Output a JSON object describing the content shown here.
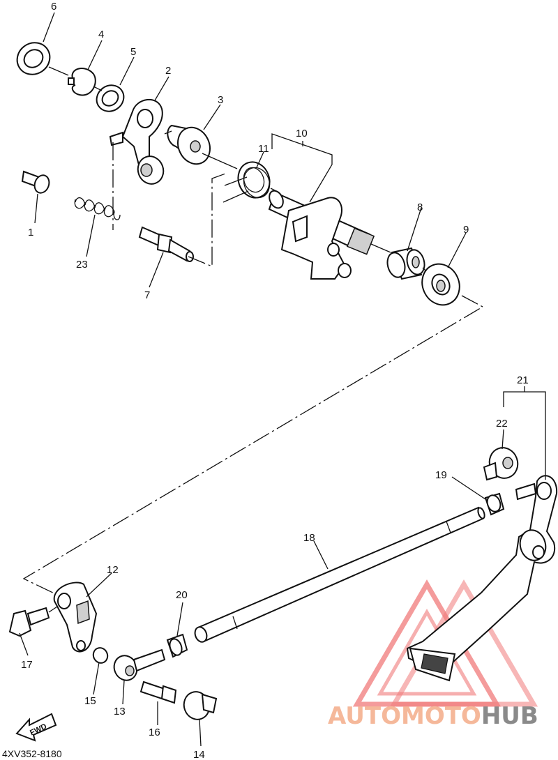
{
  "diagram": {
    "callouts": [
      "1",
      "2",
      "3",
      "4",
      "5",
      "6",
      "7",
      "8",
      "9",
      "10",
      "11",
      "12",
      "13",
      "14",
      "15",
      "16",
      "17",
      "18",
      "19",
      "20",
      "21",
      "22",
      "23"
    ],
    "diagram_code": "4XV352-8180",
    "fwd_label": "FWD"
  },
  "watermark": {
    "part1": "AUTO",
    "part2": "MOTO",
    "part3": "HUB",
    "colors": {
      "primary": "#f5b89a",
      "secondary": "#8a8a8a",
      "triangle": "#f07a7a"
    }
  }
}
